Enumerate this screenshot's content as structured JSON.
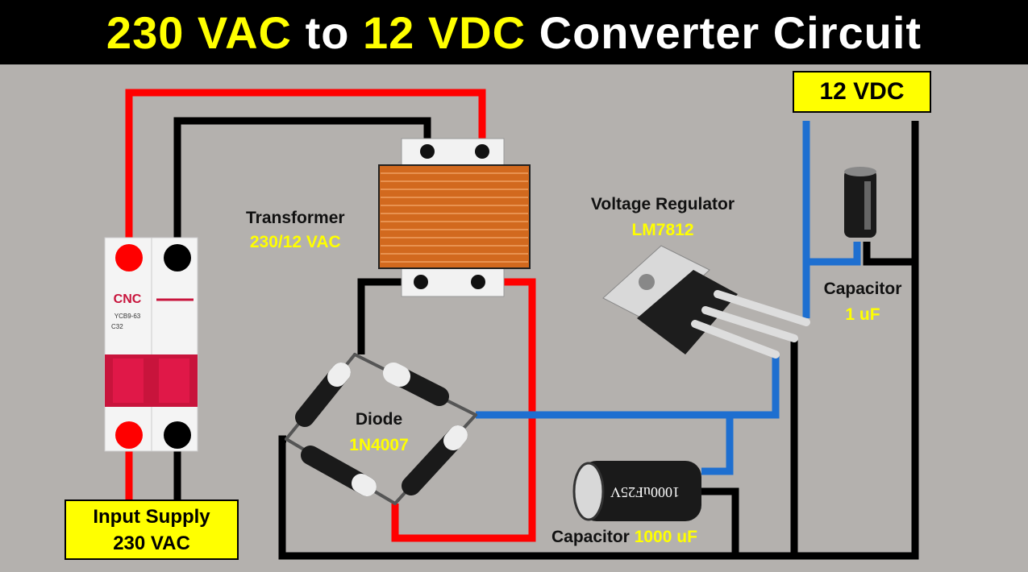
{
  "title": {
    "part1": "230 VAC",
    "part2": "to",
    "part3": "12 VDC",
    "part4": "Converter Circuit"
  },
  "labels": {
    "output_box": "12 VDC",
    "input_box": {
      "line1": "Input Supply",
      "line2": "230 VAC"
    },
    "transformer": {
      "name": "Transformer",
      "value": "230/12 VAC"
    },
    "regulator": {
      "name": "Voltage Regulator",
      "value": "LM7812"
    },
    "capacitor_small": {
      "name": "Capacitor",
      "value": "1 uF"
    },
    "diode": {
      "name": "Diode",
      "value": "1N4007"
    },
    "capacitor_large": {
      "name": "Capacitor",
      "value": "1000 uF"
    }
  },
  "mcb": {
    "brand": "CNC",
    "model": "YCB9-63",
    "rating": "C32"
  },
  "capacitor_marking": "1000uF25V",
  "colors": {
    "live": "#ff0000",
    "neutral": "#000000",
    "dc_positive": "#1e6fd0",
    "highlight": "#ffff00"
  }
}
